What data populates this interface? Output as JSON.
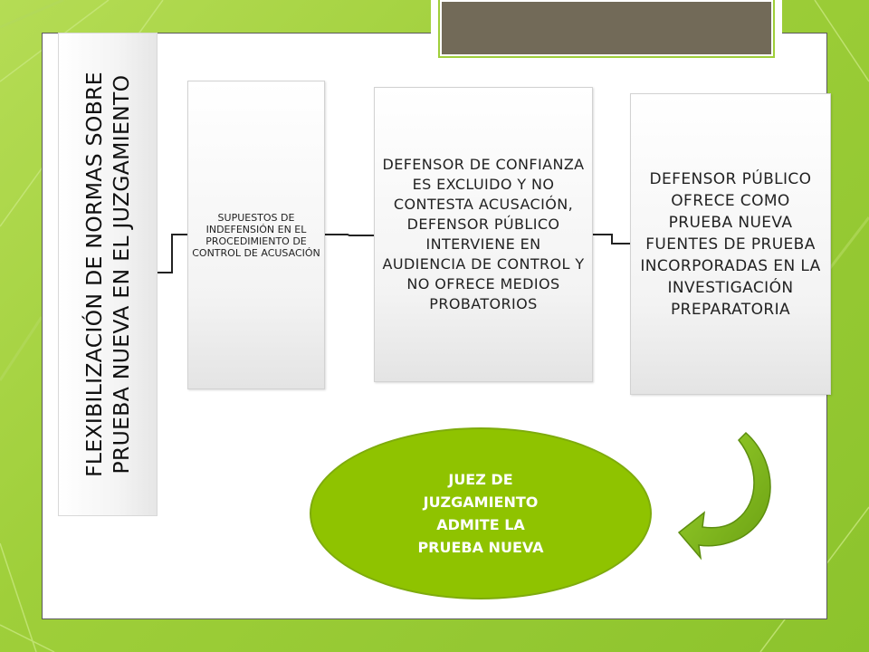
{
  "title": "FLEXIBILIZACIÓN DE NORMAS SOBRE PRUEBA NUEVA EN EL JUZGAMIENTO",
  "steps": [
    "SUPUESTOS DE INDEFENSIÓN EN EL PROCEDIMIENTO DE CONTROL DE ACUSACIÓN",
    "DEFENSOR DE CONFIANZA ES EXCLUIDO Y NO CONTESTA ACUSACIÓN, DEFENSOR PÚBLICO INTERVIENE EN AUDIENCIA DE CONTROL Y NO OFRECE MEDIOS PROBATORIOS",
    "DEFENSOR PÚBLICO OFRECE COMO PRUEBA NUEVA FUENTES DE PRUEBA INCORPORADAS EN LA INVESTIGACIÓN PREPARATORIA"
  ],
  "result": "JUEZ DE JUZGAMIENTO ADMITE LA PRUEBA NUEVA",
  "colors": {
    "background_green": "#9fcf3a",
    "ellipse_green": "#8fc300",
    "tab_brown": "#726a58",
    "arrow_green": "#7ab51d"
  },
  "icons": {
    "arrow": "curved-arrow-icon"
  }
}
